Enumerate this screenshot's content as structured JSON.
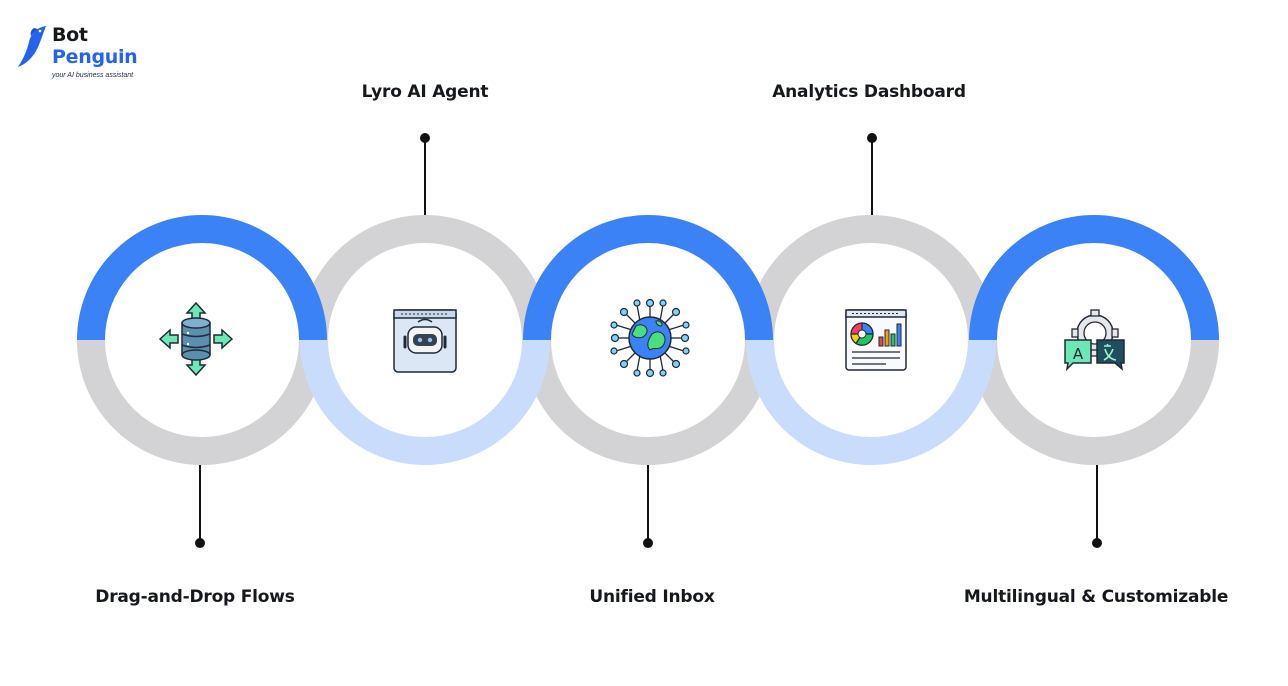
{
  "brand": {
    "name_line1": "Bot",
    "name_line2": "Penguin",
    "tagline": "your AI business assistant",
    "icon": "penguin-logo-icon"
  },
  "colors": {
    "primary_blue": "#3b82f6",
    "light_blue": "#c9dcfb",
    "gray": "#d3d3d5",
    "text": "#16181d",
    "brand_blue": "#2563eb"
  },
  "features": [
    {
      "label": "Drag-and-Drop Flows",
      "icon": "database-arrows-icon",
      "label_position": "bottom"
    },
    {
      "label": "Lyro AI Agent",
      "icon": "robot-window-icon",
      "label_position": "top"
    },
    {
      "label": "Unified Inbox",
      "icon": "globe-network-icon",
      "label_position": "bottom"
    },
    {
      "label": "Analytics Dashboard",
      "icon": "dashboard-charts-icon",
      "label_position": "top"
    },
    {
      "label": "Multilingual & Customizable",
      "icon": "translate-gear-icon",
      "label_position": "bottom"
    }
  ]
}
